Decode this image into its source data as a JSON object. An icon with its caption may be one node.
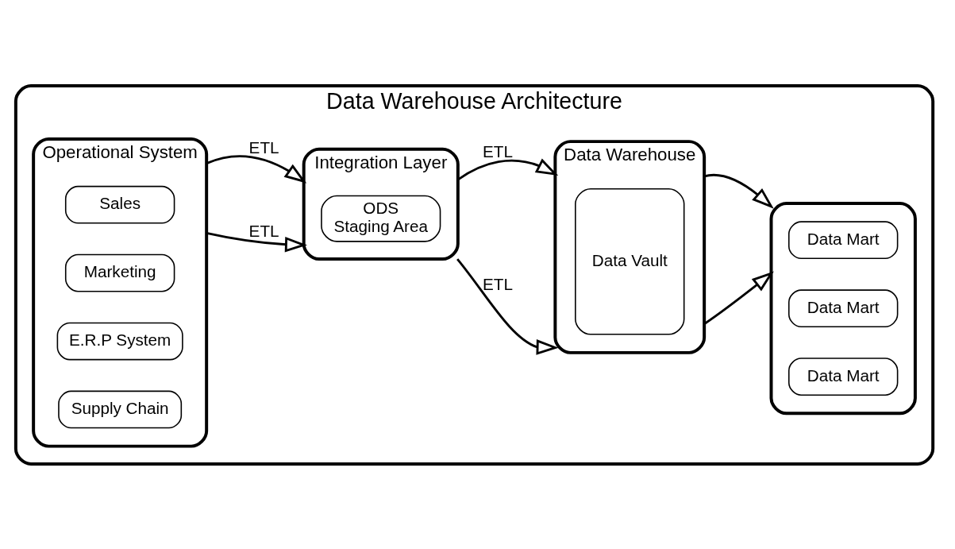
{
  "diagram": {
    "nodes": [
      {
        "text": [
          "Data Warehouse Architecture"
        ]
      },
      {
        "text": [
          "Operational System"
        ],
        "in": 0
      },
      {
        "text": [
          "Sales"
        ],
        "in": 1
      },
      {
        "text": [
          "Marketing"
        ],
        "in": 1
      },
      {
        "text": [
          "E.R.P System"
        ],
        "in": 1
      },
      {
        "text": [
          "Supply Chain"
        ],
        "in": 1
      },
      {
        "text": [
          "Integration Layer"
        ],
        "in": 0
      },
      {
        "text": [
          "ODS",
          "Staging Area"
        ],
        "in": 6
      },
      {
        "text": [
          "Data Warehouse"
        ],
        "in": 0
      },
      {
        "text": [
          "Data Vault"
        ],
        "in": 8
      },
      {
        "text": [],
        "shape": "box",
        "in": 0
      },
      {
        "text": [
          "Data Mart"
        ],
        "in": 10
      },
      {
        "text": [
          "Data Mart"
        ],
        "in": 10
      },
      {
        "text": [
          "Data Mart"
        ],
        "in": 10
      }
    ],
    "edges": [
      {
        "from": 1,
        "to": 6,
        "arrow": "to",
        "label": "ETL"
      },
      {
        "from": 1,
        "to": 6,
        "arrow": "to",
        "label": "ETL"
      },
      {
        "from": 6,
        "to": 8,
        "arrow": "to",
        "label": "ETL"
      },
      {
        "from": 6,
        "to": 8,
        "arrow": "to",
        "label": "ETL"
      },
      {
        "from": 8,
        "to": 10,
        "arrow": "to"
      },
      {
        "from": 8,
        "to": 10,
        "arrow": "to"
      }
    ]
  }
}
